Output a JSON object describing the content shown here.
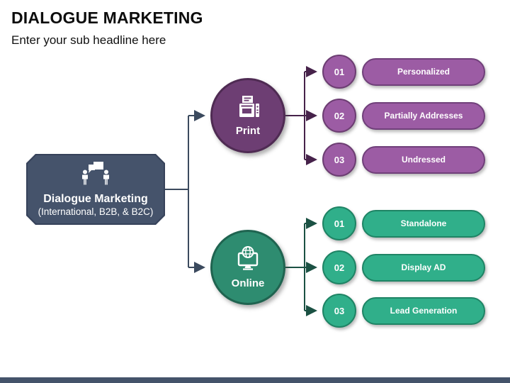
{
  "slide": {
    "title": "DIALOGUE MARKETING",
    "subtitle": "Enter your sub headline here",
    "footer_bar_color": "#44536A"
  },
  "root_node": {
    "icon": "people-dialogue-icon",
    "title": "Dialogue Marketing",
    "subtitle": "(International, B2B, & B2C)",
    "fill_color": "#45536B",
    "border_color": "#36425A",
    "connector_color": "#3B4A5E"
  },
  "branches": [
    {
      "label": "Print",
      "icon": "printer-icon",
      "circle_fill": "#6D3E73",
      "circle_border": "#4F2B53",
      "item_fill": "#9C5CA4",
      "item_border": "#70407A",
      "connector_color": "#46224A",
      "items": [
        {
          "number": "01",
          "label": "Personalized"
        },
        {
          "number": "02",
          "label": "Partially Addresses"
        },
        {
          "number": "03",
          "label": "Undressed"
        }
      ]
    },
    {
      "label": "Online",
      "icon": "monitor-globe-icon",
      "circle_fill": "#2E8C70",
      "circle_border": "#1F6450",
      "item_fill": "#30AF8A",
      "item_border": "#1F8465",
      "connector_color": "#1B5143",
      "items": [
        {
          "number": "01",
          "label": "Standalone"
        },
        {
          "number": "02",
          "label": "Display AD"
        },
        {
          "number": "03",
          "label": "Lead Generation"
        }
      ]
    }
  ]
}
